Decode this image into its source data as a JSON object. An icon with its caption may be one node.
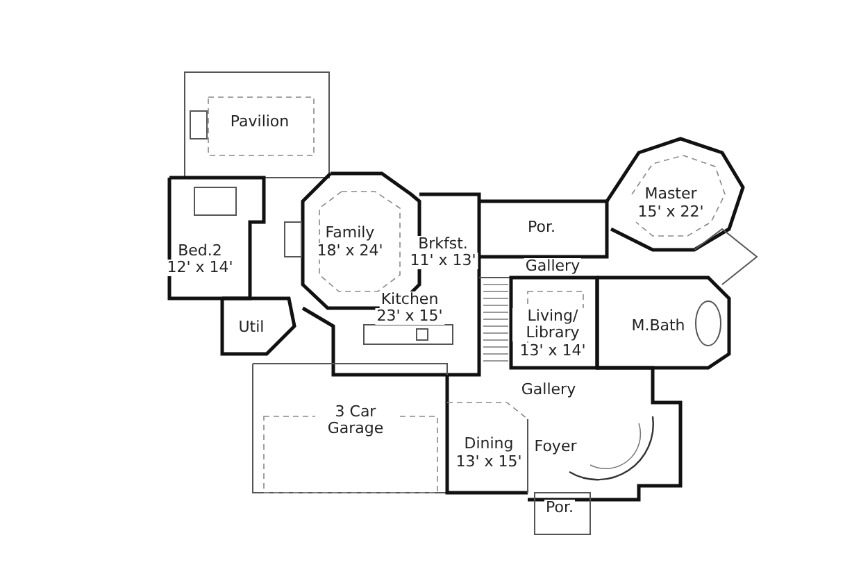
{
  "diagram": {
    "labels": [
      "Pavilion",
      "Family",
      "18' x 24'",
      "Bed.2",
      "12' x 14'",
      "Brkfst.",
      "11' x 13'",
      "Por.",
      "Master",
      "15' x 22'",
      "Gallery",
      "Kitchen",
      "23' x 15'",
      "Util",
      "Living/ Library",
      "13' x 14'",
      "M.Bath",
      "Gallery",
      "3 Car Garage",
      "Dining",
      "13' x 15'",
      "Foyer",
      "Por."
    ]
  }
}
